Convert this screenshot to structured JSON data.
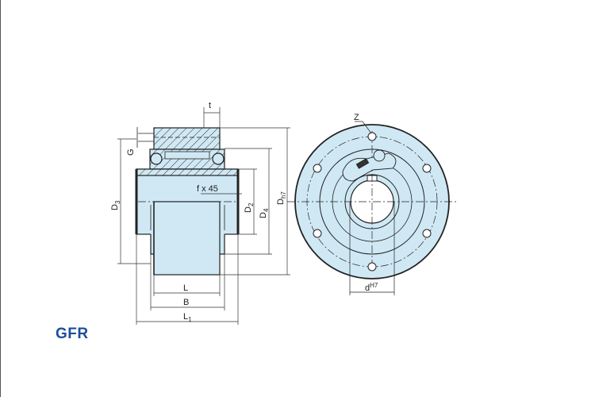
{
  "product_code": "GFR",
  "colors": {
    "fill": "#cfe8f4",
    "line": "#222222",
    "title": "#1b4f9a"
  },
  "side_view_labels": {
    "t": "t",
    "G": "G",
    "D3": "D",
    "D3_sub": "3",
    "Dh7": "D",
    "Dh7_sub": "h7",
    "D4": "D",
    "D4_sub": "4",
    "D2": "D",
    "D2_sub": "2",
    "chamfer": "f x 45",
    "L": "L",
    "B": "B",
    "L1": "L",
    "L1_sub": "1"
  },
  "front_view_labels": {
    "Z": "Z",
    "d": "d",
    "d_sup": "H7"
  }
}
